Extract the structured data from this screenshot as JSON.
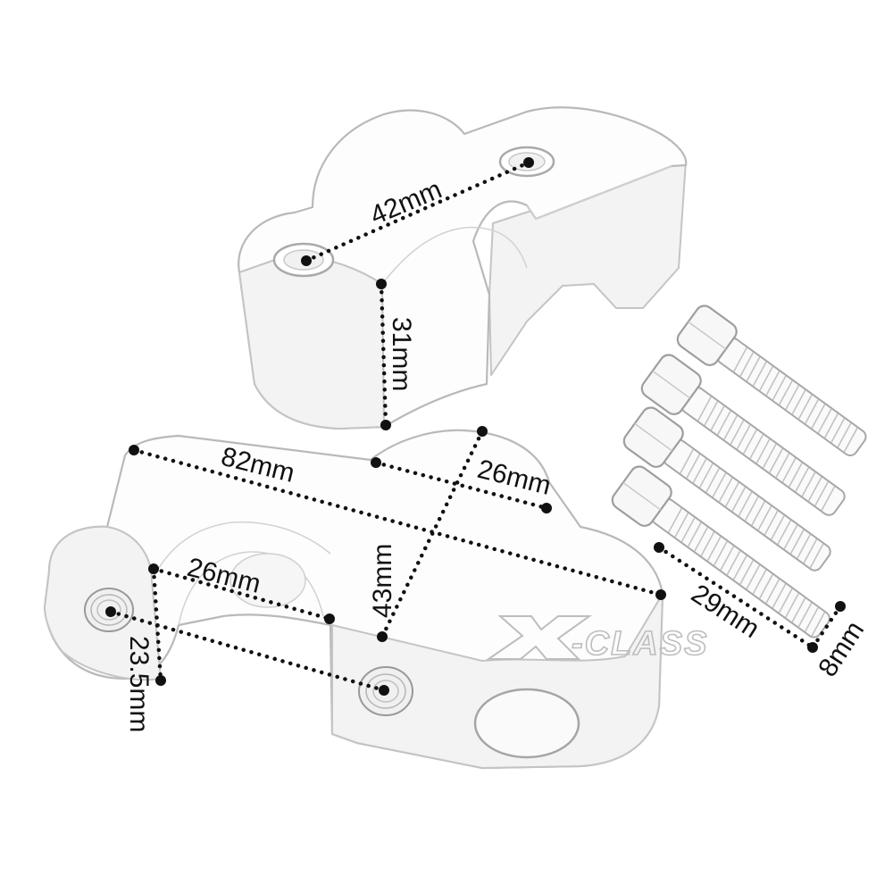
{
  "labels": {
    "top_hole_spacing": "42mm",
    "top_height": "31mm",
    "base_length": "82mm",
    "base_depth": "26mm",
    "base_height": "43mm",
    "clamp_width": "26mm",
    "clamp_height": "23.5mm",
    "bolt_length": "29mm",
    "bolt_diameter": "8mm"
  },
  "watermark": "X-CLASS"
}
